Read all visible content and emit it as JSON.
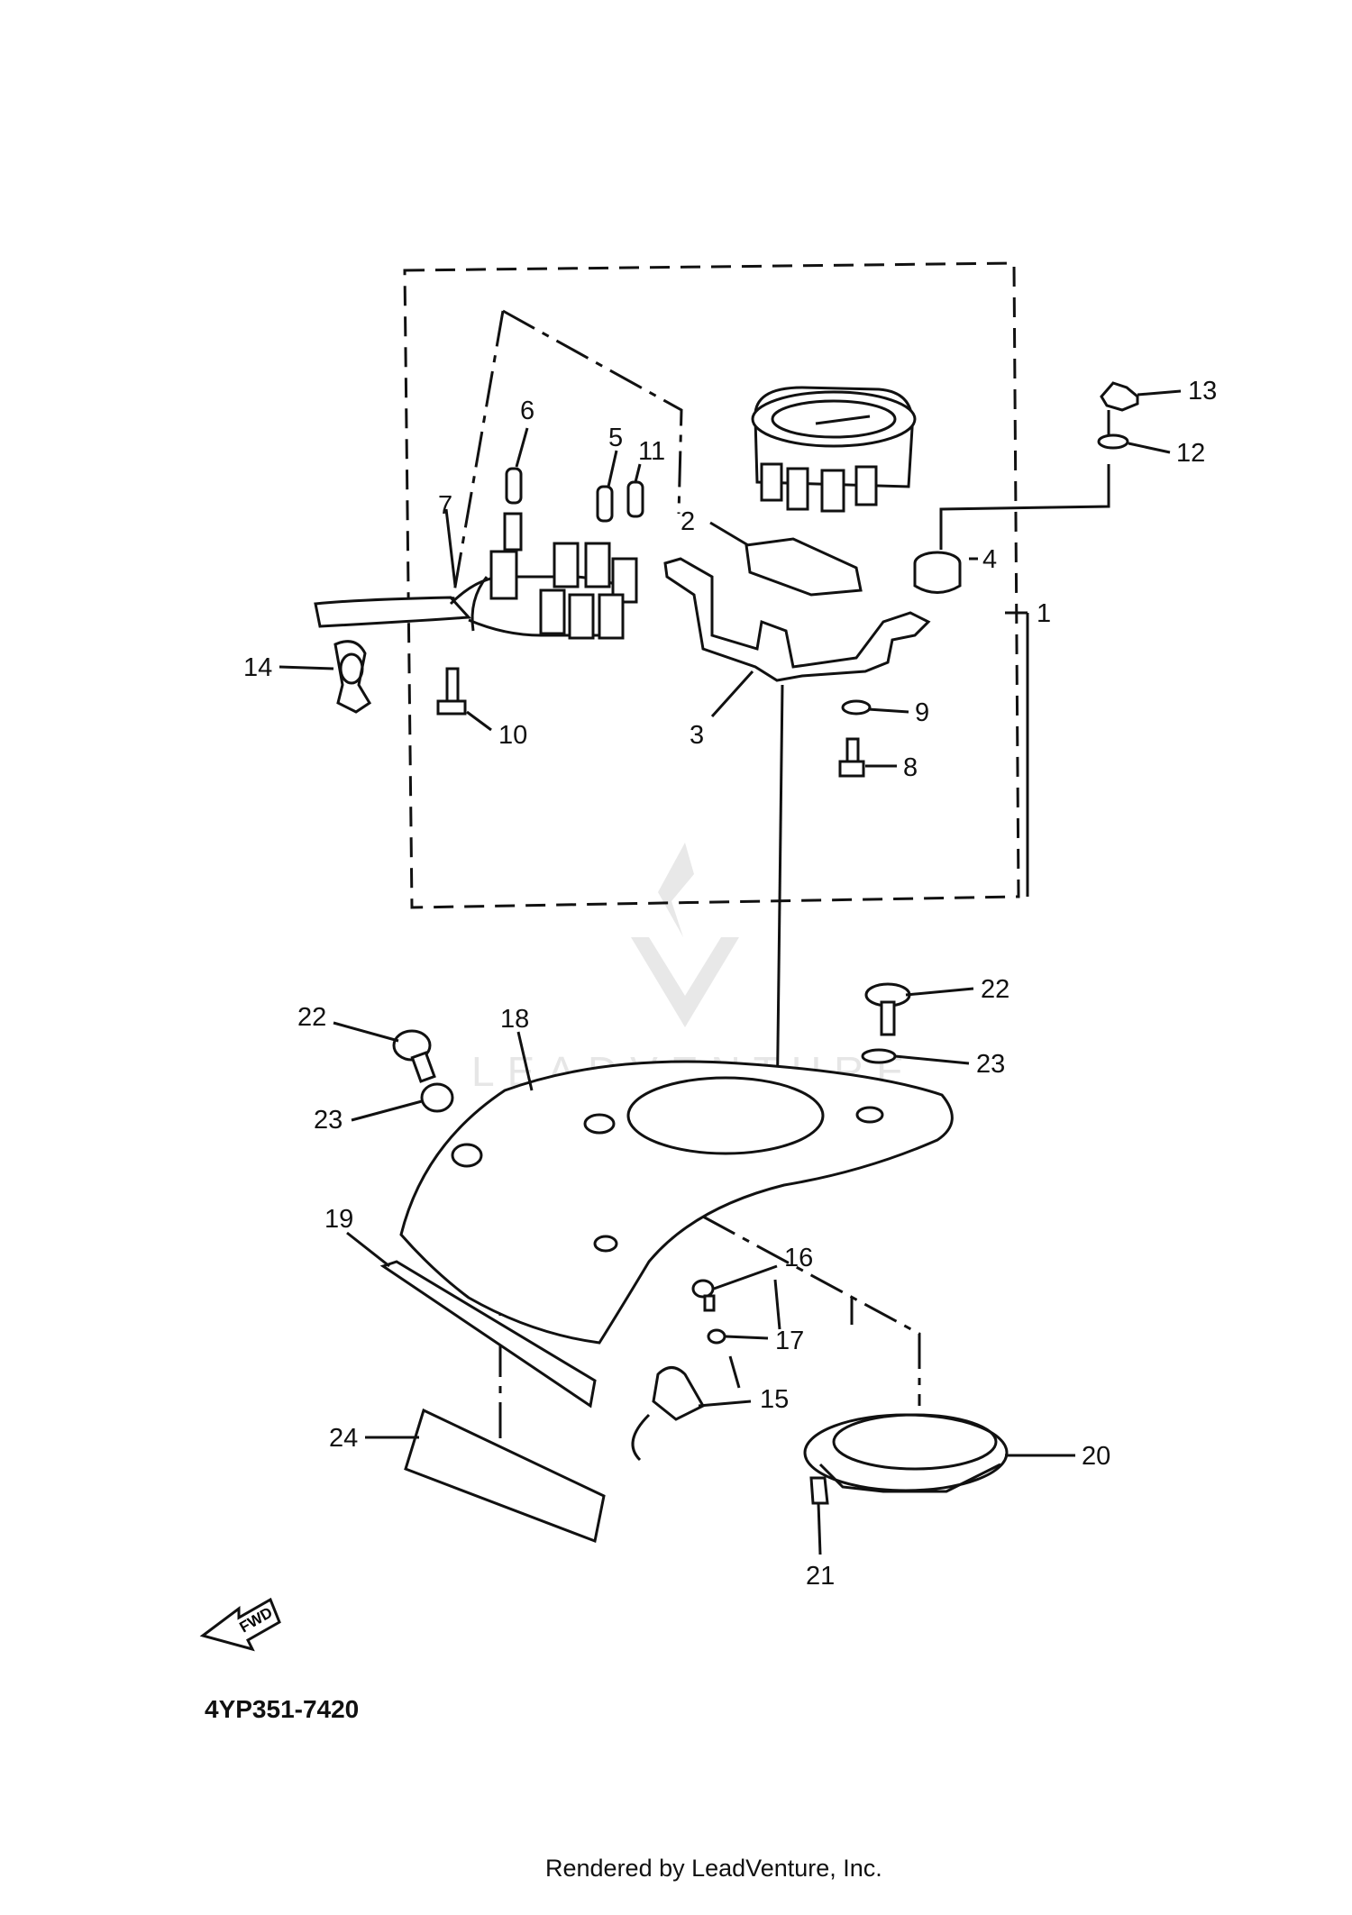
{
  "diagram_code": "4YP351-7420",
  "footer": "Rendered by LeadVenture, Inc.",
  "watermark": "LEADVENTURE",
  "fwd_label": "FWD",
  "callouts": [
    "1",
    "2",
    "3",
    "4",
    "5",
    "6",
    "7",
    "8",
    "9",
    "10",
    "11",
    "12",
    "13",
    "14",
    "15",
    "16",
    "17",
    "18",
    "19",
    "20",
    "21",
    "22",
    "22",
    "23",
    "23",
    "24"
  ]
}
